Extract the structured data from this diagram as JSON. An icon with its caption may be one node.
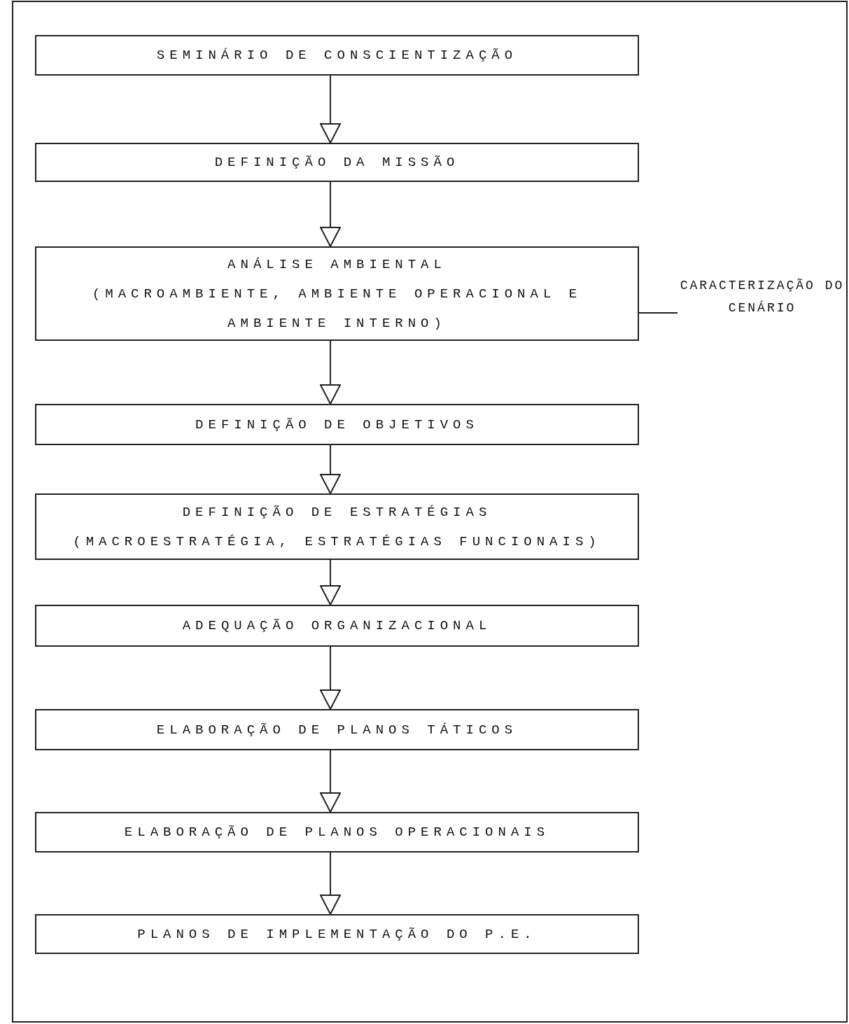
{
  "diagram": {
    "nodes": [
      {
        "text": [
          "SEMINÁRIO DE CONSCIENTIZAÇÃO"
        ]
      },
      {
        "text": [
          "DEFINIÇÃO DA MISSÃO"
        ]
      },
      {
        "text": [
          "ANÁLISE AMBIENTAL",
          "(MACROAMBIENTE, AMBIENTE OPERACIONAL E AMBIENTE INTERNO)"
        ]
      },
      {
        "text": [
          "DEFINIÇÃO DE OBJETIVOS"
        ]
      },
      {
        "text": [
          "DEFINIÇÃO DE ESTRATÉGIAS",
          "(MACROESTRATÉGIA, ESTRATÉGIAS FUNCIONAIS)"
        ]
      },
      {
        "text": [
          "ADEQUAÇÃO ORGANIZACIONAL"
        ]
      },
      {
        "text": [
          "ELABORAÇÃO DE PLANOS TÁTICOS"
        ]
      },
      {
        "text": [
          "ELABORAÇÃO DE PLANOS OPERACIONAIS"
        ]
      },
      {
        "text": [
          "PLANOS DE IMPLEMENTAÇÃO DO P.E."
        ]
      },
      {
        "text": [
          "CARACTERIZAÇÃO DO CENÁRIO"
        ]
      }
    ],
    "edges": [
      {
        "from": 0,
        "to": 1,
        "arrow": "to"
      },
      {
        "from": 1,
        "to": 2,
        "arrow": "to"
      },
      {
        "from": 2,
        "to": 3,
        "arrow": "to"
      },
      {
        "from": 3,
        "to": 4,
        "arrow": "to"
      },
      {
        "from": 4,
        "to": 5,
        "arrow": "to"
      },
      {
        "from": 5,
        "to": 6,
        "arrow": "to"
      },
      {
        "from": 6,
        "to": 7,
        "arrow": "to"
      },
      {
        "from": 7,
        "to": 8,
        "arrow": "to"
      },
      {
        "from": 2,
        "to": 9,
        "arrow": "none"
      }
    ]
  }
}
